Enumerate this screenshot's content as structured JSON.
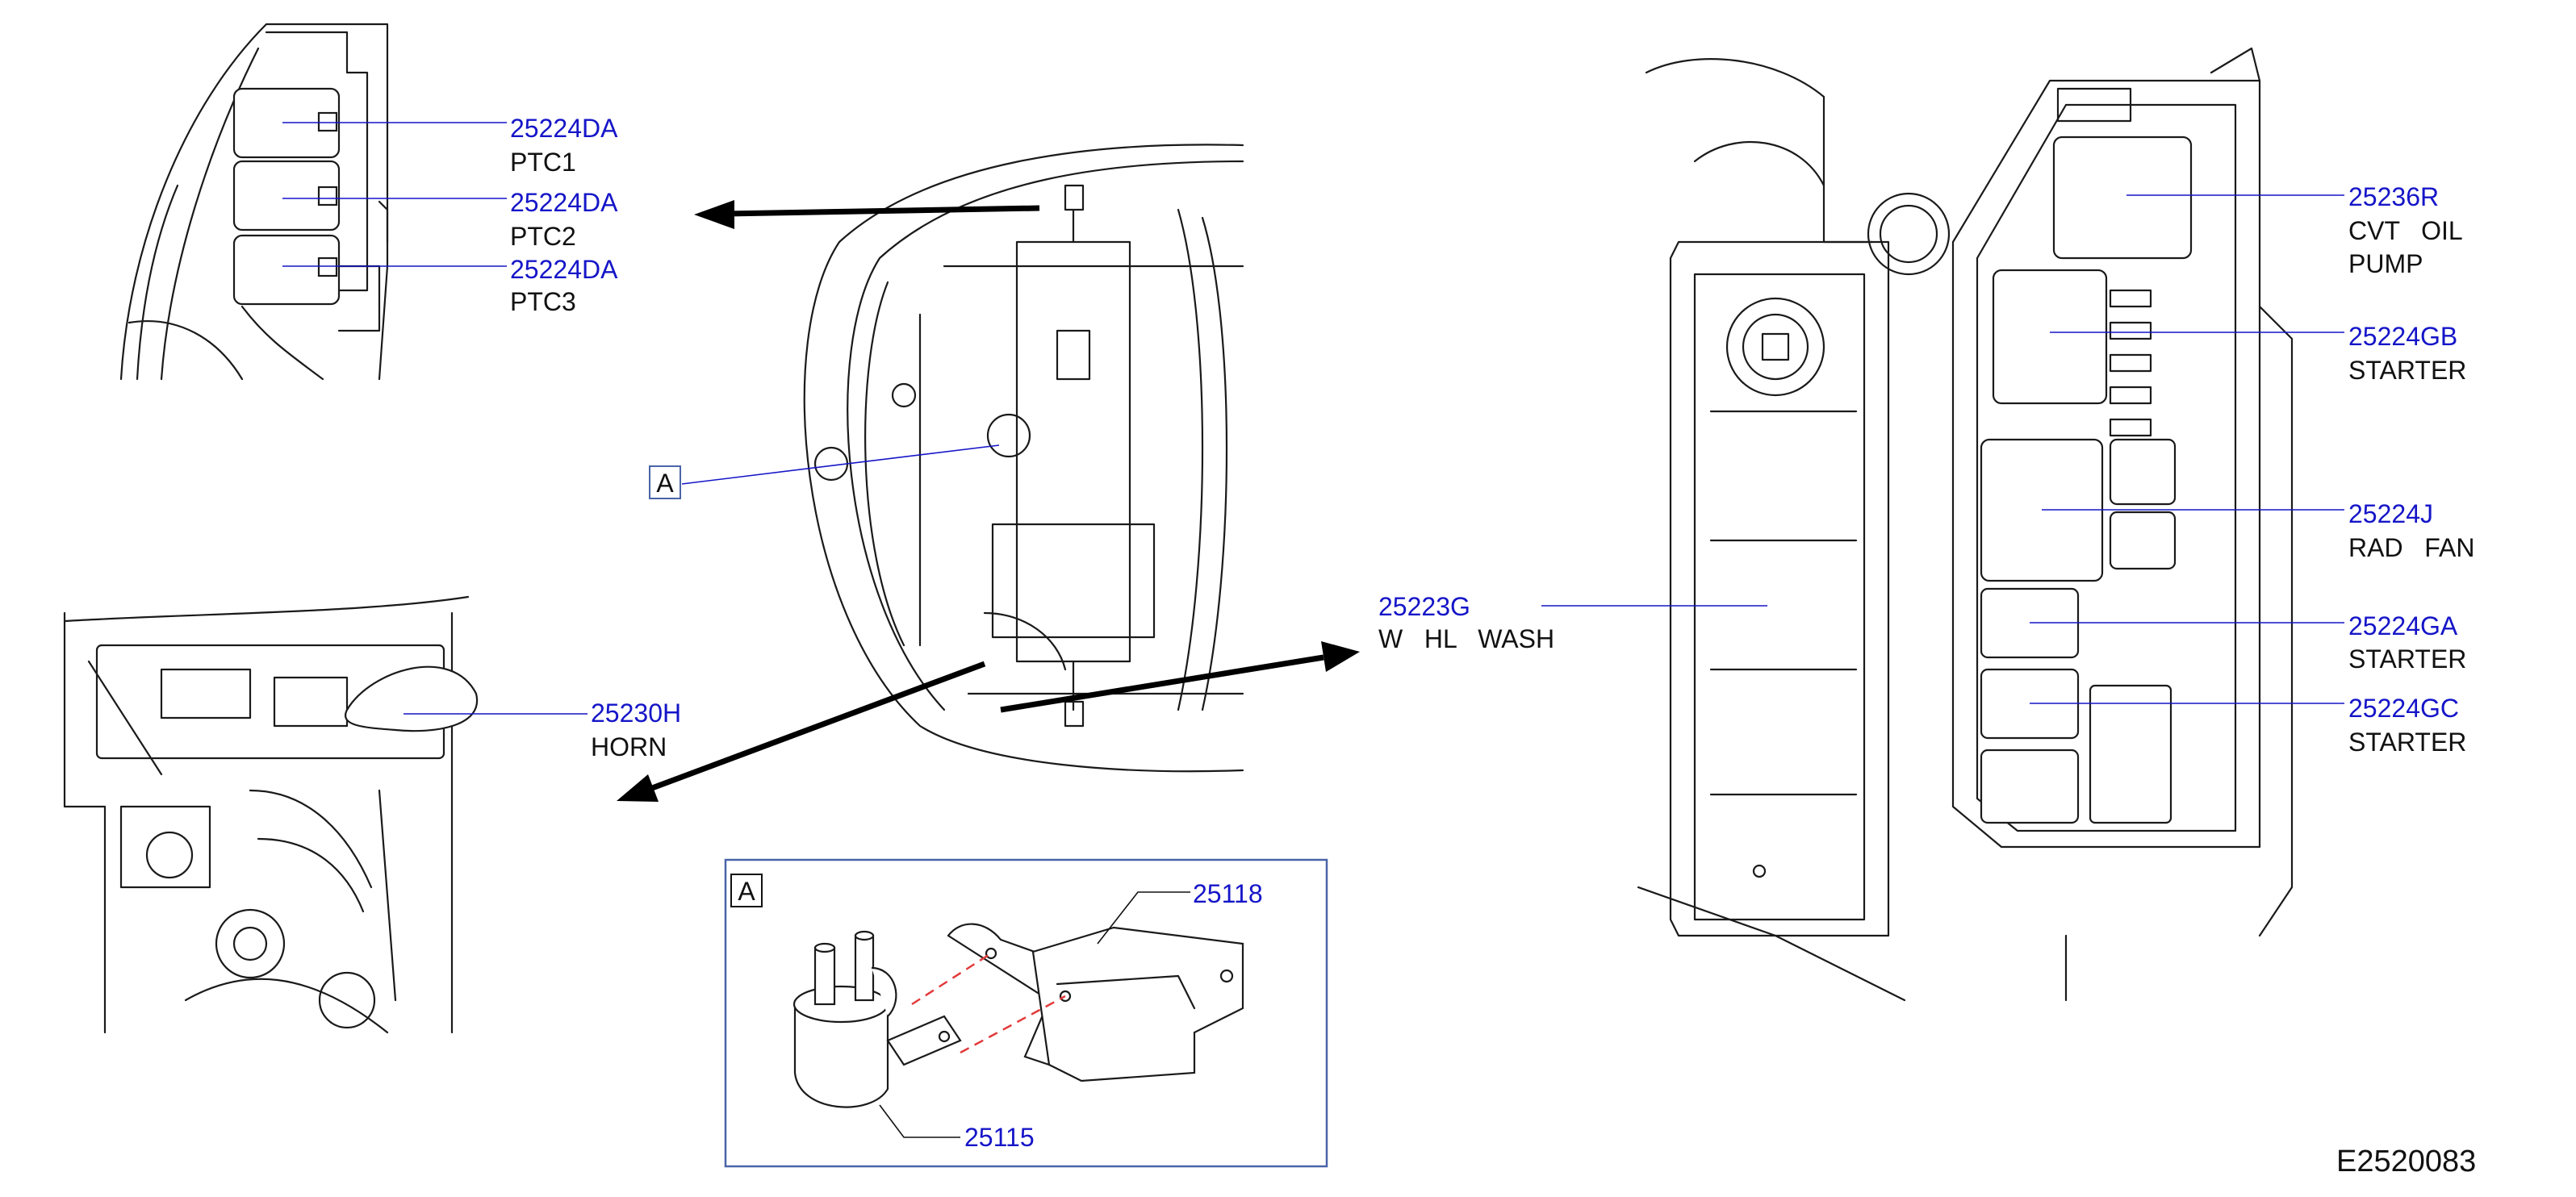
{
  "callouts": {
    "ptc1_pn": "25224DA",
    "ptc1_name": "PTC1",
    "ptc2_pn": "25224DA",
    "ptc2_name": "PTC2",
    "ptc3_pn": "25224DA",
    "ptc3_name": "PTC3",
    "horn_pn": "25230H",
    "horn_name": "HORN",
    "washer_pn": "25223G",
    "washer_name": "W   HL   WASH",
    "cvt_pn": "25236R",
    "cvt_name_1": "CVT   OIL",
    "cvt_name_2": "PUMP",
    "starter_gb_pn": "25224GB",
    "starter_gb_name": "STARTER",
    "radfan_pn": "25224J",
    "radfan_name": "RAD   FAN",
    "starter_ga_pn": "25224GA",
    "starter_ga_name": "STARTER",
    "starter_gc_pn": "25224GC",
    "starter_gc_name": "STARTER",
    "bracket_pn": "25118",
    "relay_pn": "25115"
  },
  "detail_marker": "A",
  "detail_box_label": "A",
  "diagram_code": "E2520083",
  "colors": {
    "part_number": "#1515c8",
    "name_text": "#111111",
    "line_art": "#1a1a1a",
    "dashed_guide": "#e23a3a",
    "detail_frame": "#4a64a8"
  }
}
